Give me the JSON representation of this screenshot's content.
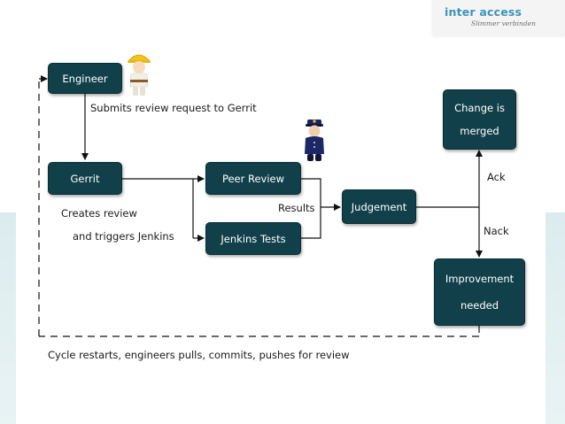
{
  "logo": {
    "brand": "inter access",
    "tagline": "Slimmer verbinden"
  },
  "nodes": {
    "engineer": "Engineer",
    "gerrit": "Gerrit",
    "peer_review": "Peer Review",
    "jenkins_tests": "Jenkins Tests",
    "judgement": "Judgement",
    "change_merged": [
      "Change is",
      "merged"
    ],
    "improvement_needed": [
      "Improvement",
      "needed"
    ]
  },
  "labels": {
    "submits": "Submits review request to Gerrit",
    "creates_line1": "Creates review",
    "creates_line2": "and triggers Jenkins",
    "results": "Results",
    "ack": "Ack",
    "nack": "Nack",
    "cycle": "Cycle restarts, engineers pulls, commits, pushes for review"
  },
  "icons": {
    "engineer_figure": "construction-worker-icon",
    "reviewer_figure": "police-officer-icon"
  },
  "colors": {
    "node_fill": "#11404a",
    "logo_text": "#3b94b8",
    "band": "#dcecee"
  }
}
